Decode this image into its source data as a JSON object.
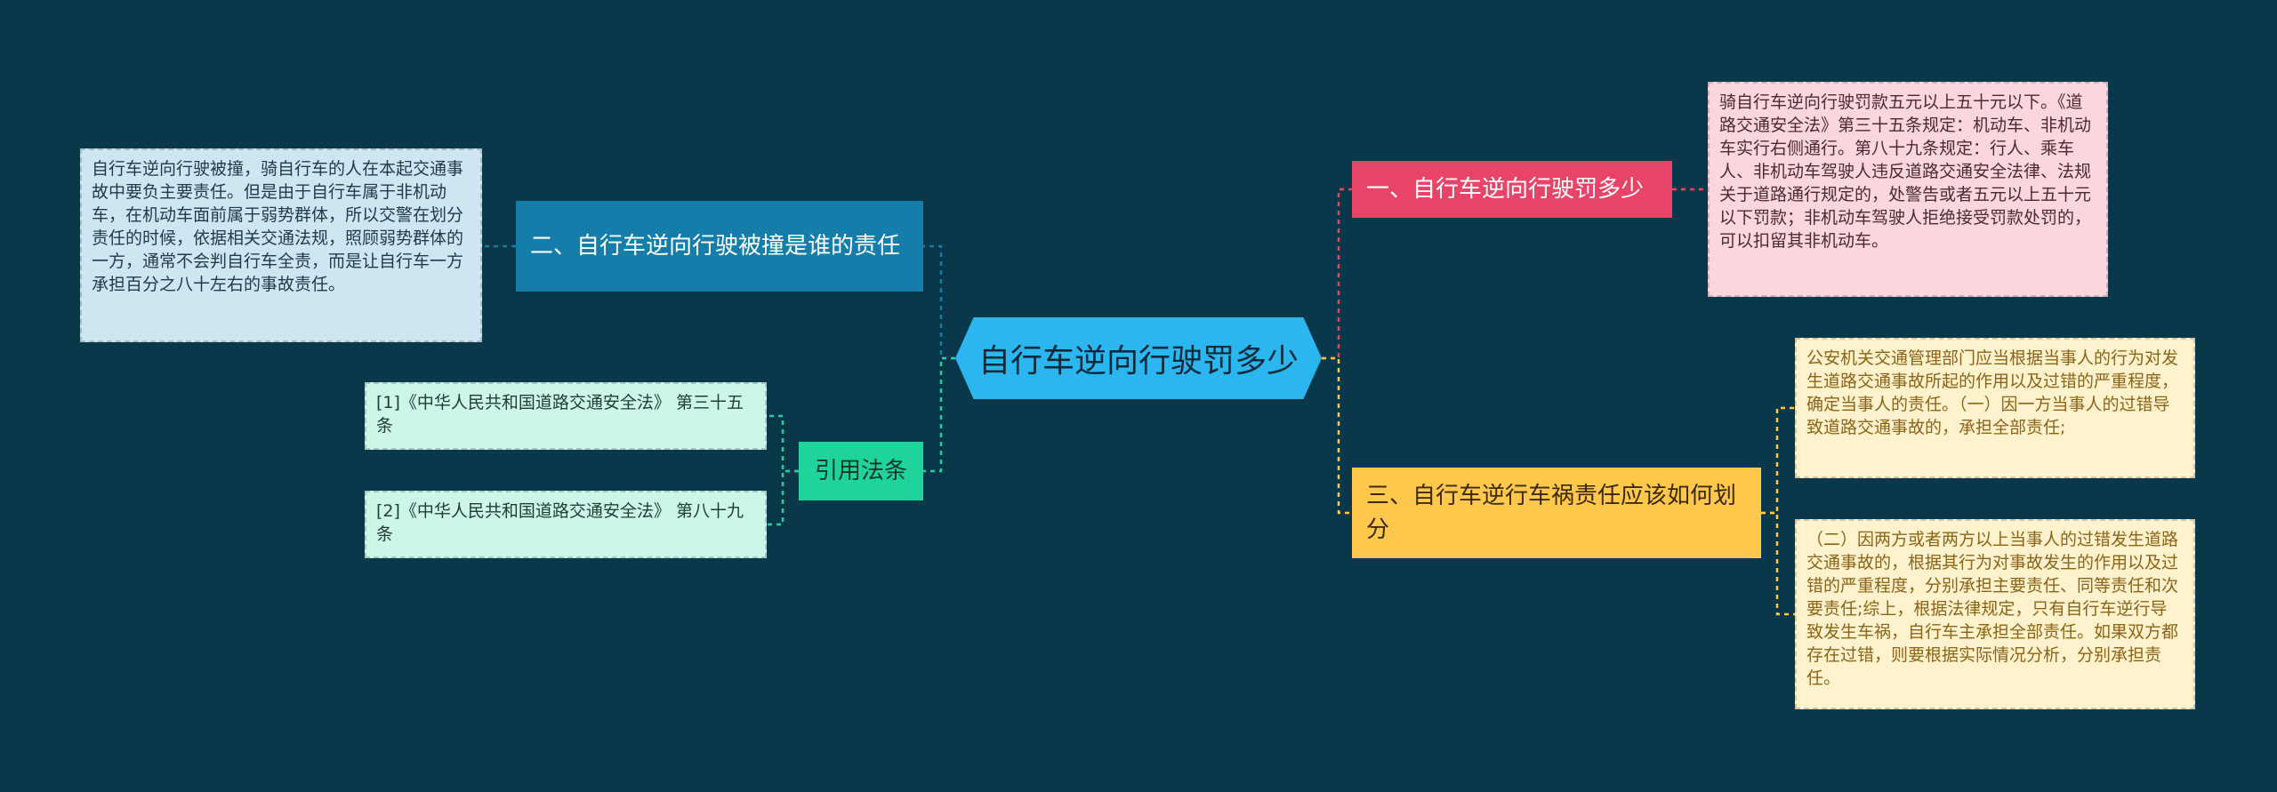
{
  "root": {
    "label": "自行车逆向行驶罚多少"
  },
  "branches": [
    {
      "label": "一、自行车逆向行驶罚多少",
      "color": "#E84467"
    },
    {
      "label": "二、自行车逆向行驶被撞是谁的责任",
      "color": "#147DAA"
    },
    {
      "label": "引用法条",
      "color": "#1ED49A"
    },
    {
      "label": "三、自行车逆行车祸责任应该如何划分",
      "color": "#FFC84D"
    }
  ],
  "leaves": [
    {
      "text": "骑自行车逆向行驶罚款五元以上五十元以下。《道路交通安全法》第三十五条规定：机动车、非机动车实行右侧通行。第八十九条规定：行人、乘车人、非机动车驾驶人违反道路交通安全法律、法规关于道路通行规定的，处警告或者五元以上五十元以下罚款；非机动车驾驶人拒绝接受罚款处罚的，可以扣留其非机动车。",
      "color": "#FBD6DF"
    },
    {
      "text": "自行车逆向行驶被撞，骑自行车的人在本起交通事故中要负主要责任。但是由于自行车属于非机动车，在机动车面前属于弱势群体，所以交警在划分责任的时候，依据相关交通法规，照顾弱势群体的一方，通常不会判自行车全责，而是让自行车一方承担百分之八十左右的事故责任。",
      "color": "#CDE6F2"
    },
    {
      "text": "[1]《中华人民共和国道路交通安全法》 第三十五条",
      "color": "#CCF6E8"
    },
    {
      "text": "[2]《中华人民共和国道路交通安全法》 第八十九条",
      "color": "#CCF6E8"
    },
    {
      "text": "公安机关交通管理部门应当根据当事人的行为对发生道路交通事故所起的作用以及过错的严重程度，确定当事人的责任。（一）因一方当事人的过错导致道路交通事故的，承担全部责任;",
      "color": "#FFF2CC"
    },
    {
      "text": "（二）因两方或者两方以上当事人的过错发生道路交通事故的，根据其行为对事故发生的作用以及过错的严重程度，分别承担主要责任、同等责任和次要责任;综上，根据法律规定，只有自行车逆行导致发生车祸，自行车主承担全部责任。如果双方都存在过错，则要根据实际情况分析，分别承担责任。",
      "color": "#FFF2CC"
    }
  ],
  "background": "#083849"
}
